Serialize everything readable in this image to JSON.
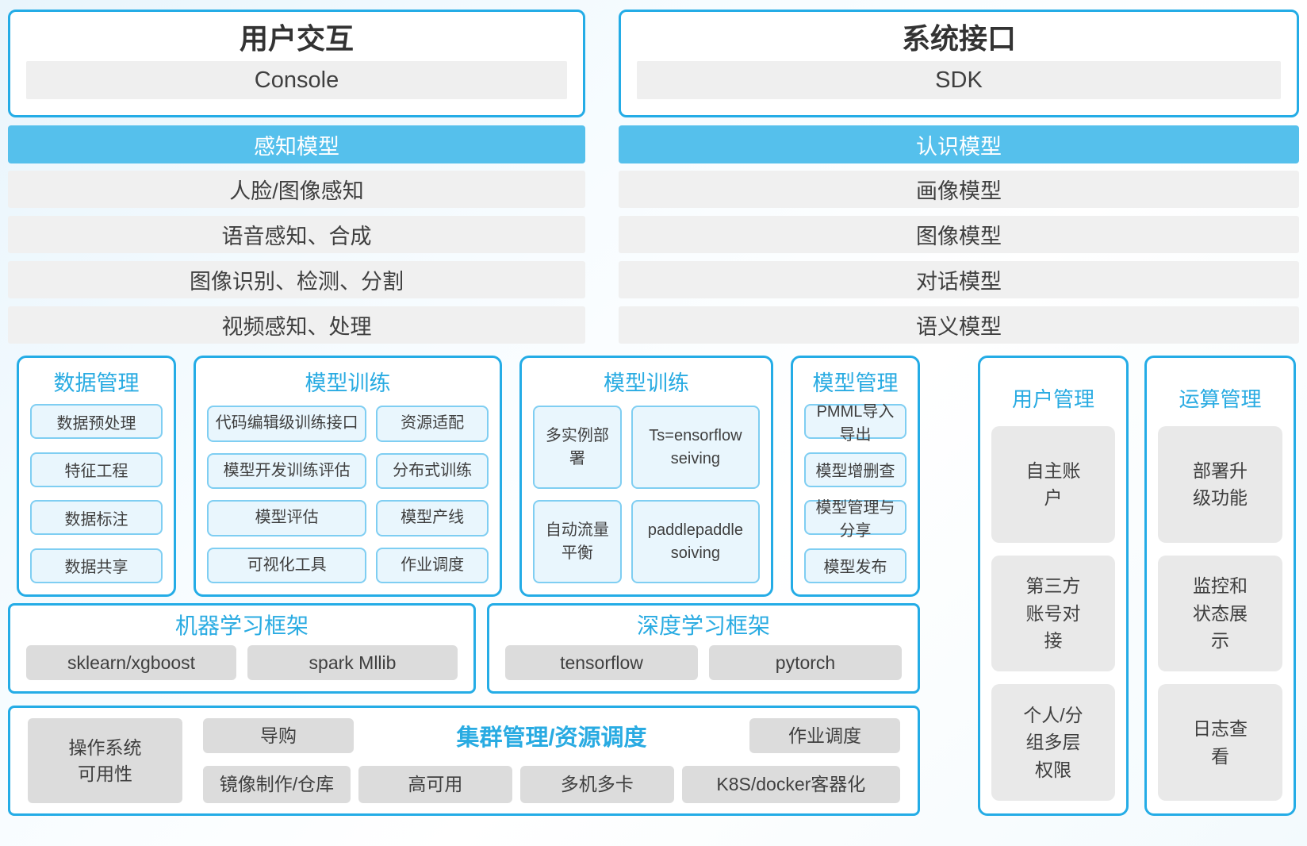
{
  "colors": {
    "accent_blue": "#24ace6",
    "title_blue": "#29abe2",
    "header_fill": "#55c0ec",
    "light_chip_bg": "#e9f6fd",
    "light_chip_border": "#7fcef2",
    "gray_chip": "#dcdcdc",
    "gray_row": "#f0f0f0",
    "text_dark": "#3f3f3f"
  },
  "top": {
    "left": {
      "title": "用户交互",
      "item": "Console"
    },
    "right": {
      "title": "系统接口",
      "item": "SDK"
    }
  },
  "model_columns": {
    "left": {
      "header": "感知模型",
      "rows": [
        "人脸/图像感知",
        "语音感知、合成",
        "图像识别、检测、分割",
        "视频感知、处理"
      ]
    },
    "right": {
      "header": "认识模型",
      "rows": [
        "画像模型",
        "图像模型",
        "对话模型",
        "语义模型"
      ]
    }
  },
  "middle_boxes": [
    {
      "title": "数据管理",
      "items": [
        "数据预处理",
        "特征工程",
        "数据标注",
        "数据共享"
      ]
    },
    {
      "title": "模型训练",
      "items": [
        "代码编辑级训练接口",
        "资源适配",
        "模型开发训练评估",
        "分布式训练",
        "模型评估",
        "模型产线",
        "可视化工具",
        "作业调度"
      ]
    },
    {
      "title": "模型训练",
      "items": [
        "多实例部署",
        "Ts=ensorflow seiving",
        "自动流量平衡",
        "paddlepaddle soiving"
      ]
    },
    {
      "title": "模型管理",
      "items": [
        "PMML导入导出",
        "模型增删查",
        "模型管理与分享",
        "模型发布"
      ]
    }
  ],
  "right_columns": [
    {
      "title": "用户管理",
      "items": [
        "自主账户",
        "第三方账号对接",
        "个人/分组多层权限"
      ]
    },
    {
      "title": "运算管理",
      "items": [
        "部署升级功能",
        "监控和状态展示",
        "日志查看"
      ]
    }
  ],
  "frameworks": [
    {
      "title": "机器学习框架",
      "items": [
        "sklearn/xgboost",
        "spark Mllib"
      ]
    },
    {
      "title": "深度学习框架",
      "items": [
        "tensorflow",
        "pytorch"
      ]
    }
  ],
  "cluster": {
    "title": "集群管理/资源调度",
    "os_item": "操作系统可用性",
    "top_items": [
      "导购",
      "作业调度"
    ],
    "bottom_items": [
      "镜像制作/仓库",
      "高可用",
      "多机多卡",
      "K8S/docker客器化"
    ]
  }
}
